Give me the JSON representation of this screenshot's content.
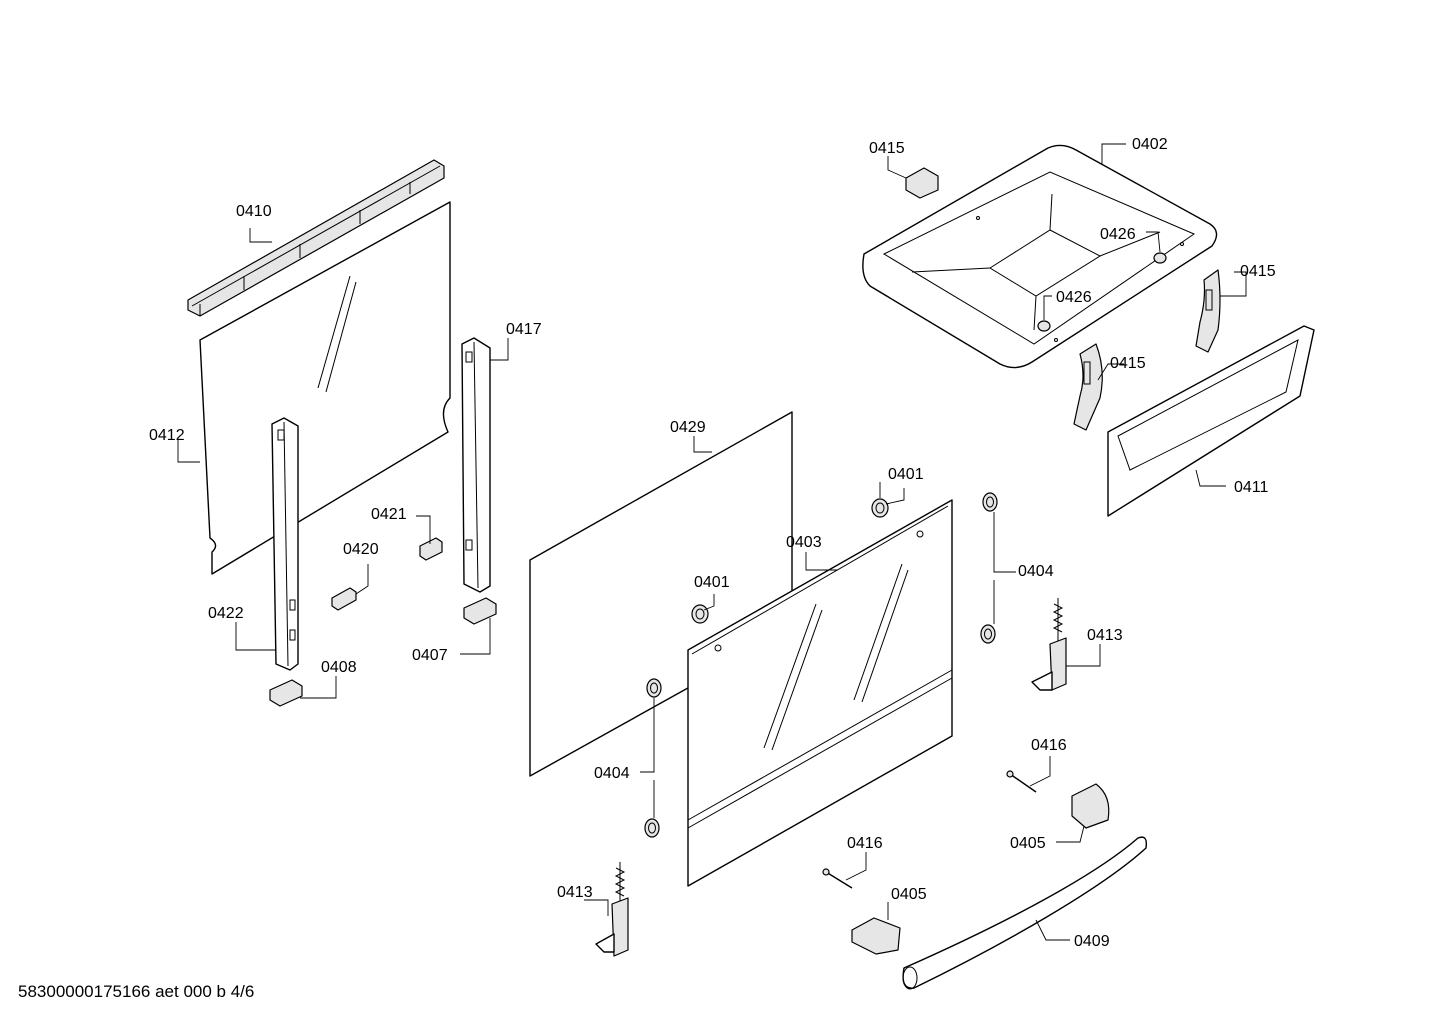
{
  "diagram": {
    "labels": {
      "p0410": "0410",
      "p0412": "0412",
      "p0417": "0417",
      "p0421": "0421",
      "p0420": "0420",
      "p0422": "0422",
      "p0408": "0408",
      "p0407": "0407",
      "p0429": "0429",
      "p0401a": "0401",
      "p0401b": "0401",
      "p0403": "0403",
      "p0404a": "0404",
      "p0404b": "0404",
      "p0413a": "0413",
      "p0413b": "0413",
      "p0416a": "0416",
      "p0416b": "0416",
      "p0405a": "0405",
      "p0405b": "0405",
      "p0409": "0409",
      "p0402": "0402",
      "p0415a": "0415",
      "p0415b": "0415",
      "p0415c": "0415",
      "p0426a": "0426",
      "p0426b": "0426",
      "p0411": "0411"
    },
    "footer": "58300000175166 aet 000 b 4/6"
  }
}
